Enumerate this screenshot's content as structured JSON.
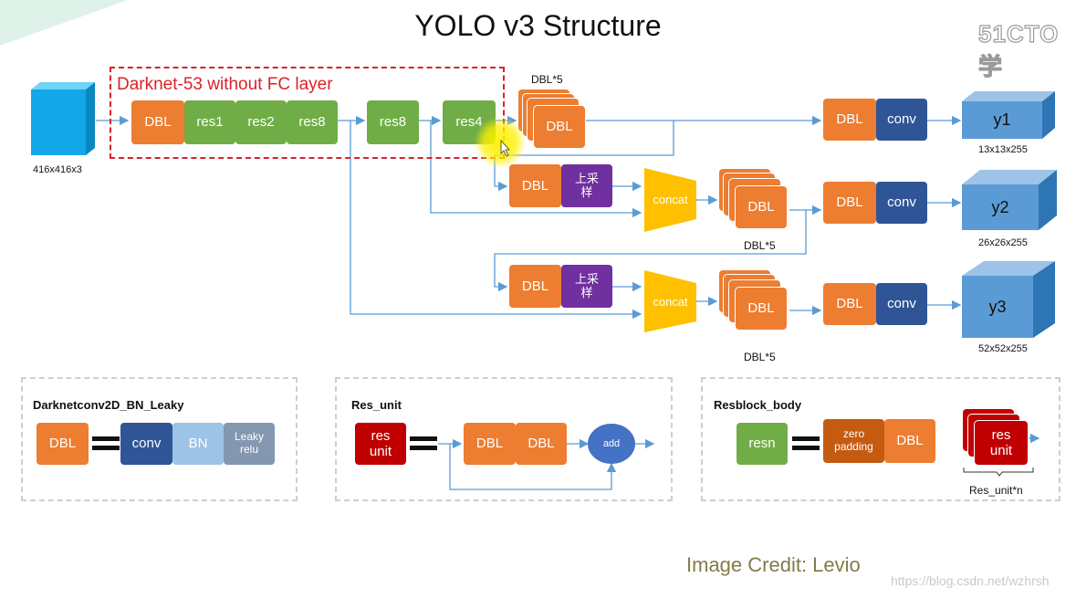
{
  "title": "YOLO v3 Structure",
  "watermark_logo": "51CTO学",
  "credit": "Image Credit: Levio",
  "watermark_url": "https://blog.csdn.net/wzhrsh",
  "input": {
    "size": "416x416x3"
  },
  "darknet_label": "Darknet-53 without FC layer",
  "backbone": [
    "DBL",
    "res1",
    "res2",
    "res8",
    "res8",
    "res4"
  ],
  "branch1": {
    "stack_top": "DBL*5",
    "stack": "DBL",
    "dbl": "DBL",
    "conv": "conv",
    "out": "y1",
    "out_size": "13x13x255"
  },
  "branch2": {
    "dbl": "DBL",
    "upsample": "上采样",
    "concat": "concat",
    "stack": "DBL",
    "stack_label": "DBL*5",
    "dbl2": "DBL",
    "conv": "conv",
    "out": "y2",
    "out_size": "26x26x255"
  },
  "branch3": {
    "dbl": "DBL",
    "upsample": "上采样",
    "concat": "concat",
    "stack": "DBL",
    "stack_label": "DBL*5",
    "dbl2": "DBL",
    "conv": "conv",
    "out": "y3",
    "out_size": "52x52x255"
  },
  "legend_dbl": {
    "title": "Darknetconv2D_BN_Leaky",
    "dbl": "DBL",
    "conv": "conv",
    "bn": "BN",
    "leaky": "Leaky relu"
  },
  "legend_res": {
    "title": "Res_unit",
    "res_unit": "res unit",
    "dbl1": "DBL",
    "dbl2": "DBL",
    "add": "add"
  },
  "legend_resblock": {
    "title": "Resblock_body",
    "resn": "resn",
    "zero_padding": "zero padding",
    "dbl": "DBL",
    "res_unit": "res unit",
    "caption": "Res_unit*n"
  },
  "colors": {
    "dbl": "#ed7d31",
    "res": "#70ad47",
    "conv": "#2f5597",
    "upsample": "#7030a0",
    "concat": "#ffc000",
    "output": "#5b9bd5",
    "arrow": "#5b9bd5",
    "darknet": "#d8232a"
  }
}
